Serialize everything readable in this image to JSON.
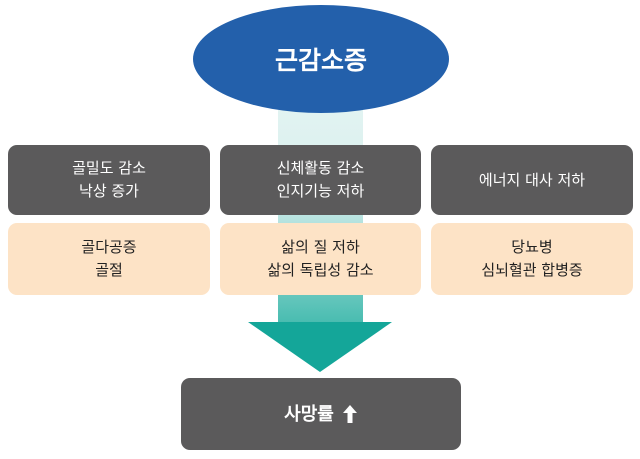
{
  "top": "근감소증",
  "effects": [
    {
      "lines": [
        "골밀도 감소",
        "낙상 증가"
      ]
    },
    {
      "lines": [
        "신체활동 감소",
        "인지기능 저하"
      ]
    },
    {
      "lines": [
        "에너지 대사 저하"
      ]
    }
  ],
  "outcomes": [
    {
      "lines": [
        "골다공증",
        "골절"
      ]
    },
    {
      "lines": [
        "삶의 질 저하",
        "삶의 독립성 감소"
      ]
    },
    {
      "lines": [
        "당뇨병",
        "심뇌혈관 합병증"
      ]
    }
  ],
  "result": {
    "label": "사망률",
    "icon": "arrow-up-icon",
    "icon_glyph": "🠕"
  },
  "colors": {
    "ellipse": "#2360ab",
    "gray": "#5b5a5b",
    "peach": "#fde3c6",
    "arrow": "#14a699"
  }
}
